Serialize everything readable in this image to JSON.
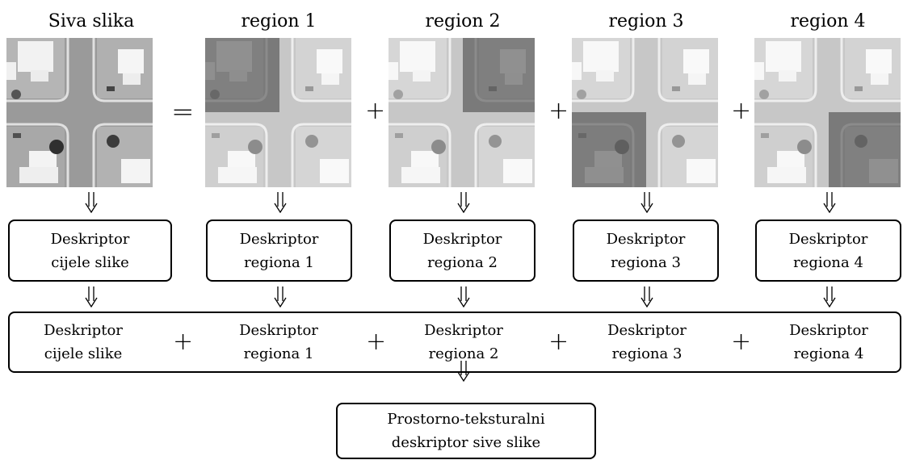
{
  "headers": [
    "Siva slika",
    "region 1",
    "region 2",
    "region 3",
    "region 4"
  ],
  "operators": {
    "equals": "=",
    "plus": "+"
  },
  "arrow_glyph": "double-down-arrow",
  "descriptor_boxes": [
    {
      "line1": "Deskriptor",
      "line2": "cijele slike"
    },
    {
      "line1": "Deskriptor",
      "line2": "regiona 1"
    },
    {
      "line1": "Deskriptor",
      "line2": "regiona 2"
    },
    {
      "line1": "Deskriptor",
      "line2": "regiona 3"
    },
    {
      "line1": "Deskriptor",
      "line2": "regiona 4"
    }
  ],
  "combined_row": [
    {
      "line1": "Deskriptor",
      "line2": "cijele slike"
    },
    {
      "line1": "Deskriptor",
      "line2": "regiona 1"
    },
    {
      "line1": "Deskriptor",
      "line2": "regiona 2"
    },
    {
      "line1": "Deskriptor",
      "line2": "regiona 3"
    },
    {
      "line1": "Deskriptor",
      "line2": "regiona 4"
    }
  ],
  "final_box": {
    "line1": "Prostorno-teksturalni",
    "line2": "deskriptor sive slike"
  },
  "colors": {
    "stroke": "#000000",
    "road": "#8a8a8a",
    "dark_mask": "#3a3a3a"
  },
  "regions": {
    "image_dark_quadrant": [
      null,
      "top-left",
      "top-right",
      "bottom-left",
      "bottom-right"
    ]
  }
}
